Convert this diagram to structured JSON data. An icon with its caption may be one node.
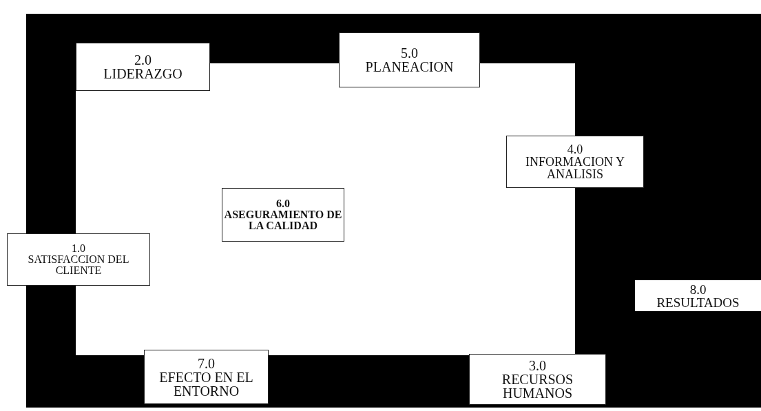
{
  "diagram": {
    "nodes": [
      {
        "text": [
          "2.0",
          "LIDERAZGO"
        ]
      },
      {
        "text": [
          "5.0",
          "PLANEACION"
        ]
      },
      {
        "text": [
          "4.0",
          "INFORMACION Y ANALISIS"
        ]
      },
      {
        "text": [
          "6.0",
          "ASEGURAMIENTO DE LA CALIDAD"
        ]
      },
      {
        "text": [
          "1.0",
          "SATISFACCION DEL CLIENTE"
        ]
      },
      {
        "text": [
          "8.0",
          "RESULTADOS"
        ]
      },
      {
        "text": [
          "7.0",
          "EFECTO EN EL ENTORNO"
        ]
      },
      {
        "text": [
          "3.0",
          "RECURSOS HUMANOS"
        ]
      }
    ]
  }
}
